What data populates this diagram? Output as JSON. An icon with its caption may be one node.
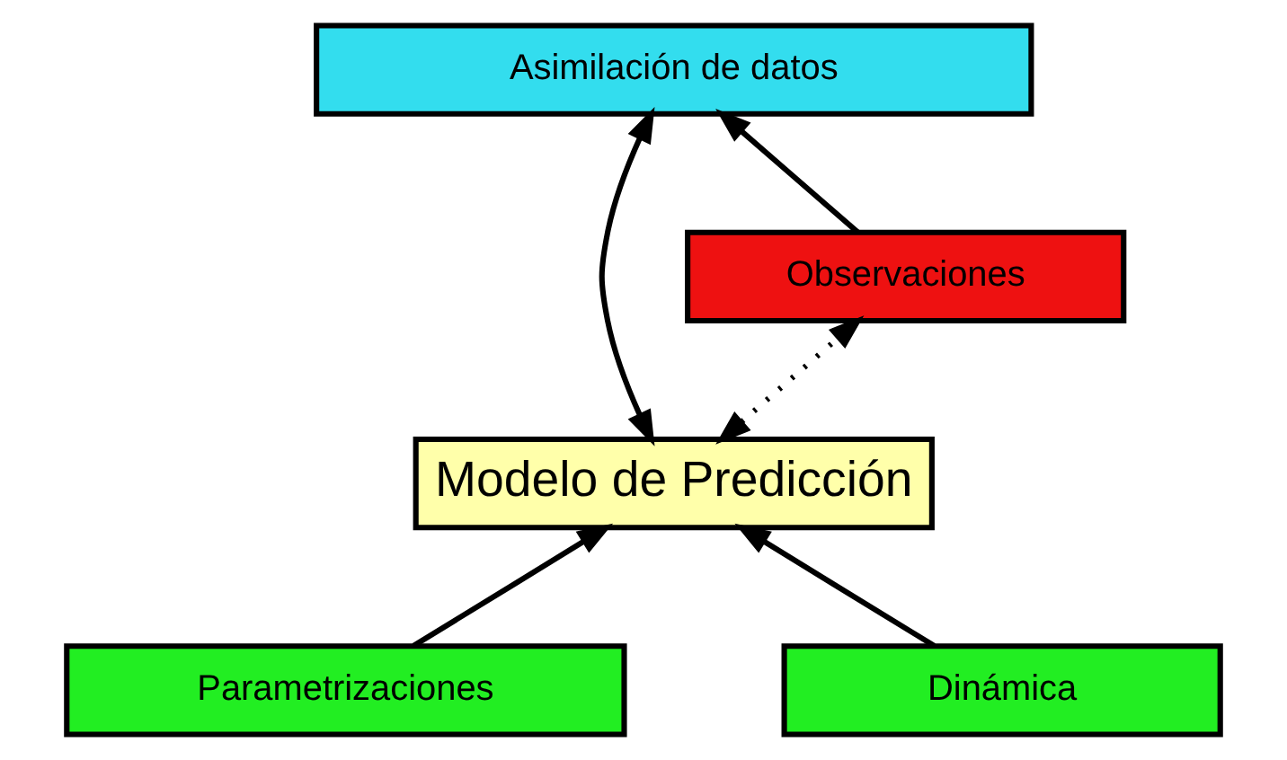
{
  "diagram": {
    "nodes": [
      {
        "text": [
          "Asimilación de datos"
        ]
      },
      {
        "text": [
          "Observaciones"
        ]
      },
      {
        "text": [
          "Modelo de Predicción"
        ]
      },
      {
        "text": [
          "Parametrizaciones"
        ]
      },
      {
        "text": [
          "Dinámica"
        ]
      }
    ],
    "edges": [
      {
        "from": 1,
        "to": 0,
        "arrow": "to"
      },
      {
        "from": 2,
        "to": 0,
        "arrow": "both"
      },
      {
        "from": 2,
        "to": 1,
        "arrow": "both",
        "style": "dashed"
      },
      {
        "from": 3,
        "to": 2,
        "arrow": "to"
      },
      {
        "from": 4,
        "to": 2,
        "arrow": "to"
      }
    ]
  }
}
